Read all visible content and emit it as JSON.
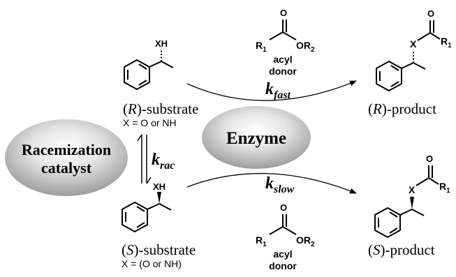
{
  "substrates": {
    "r_label_prefix": "(",
    "r_config": "R",
    "r_label_suffix": ")-substrate",
    "r_x_note": "X = O or NH",
    "s_label_prefix": "(",
    "s_config": "S",
    "s_label_suffix": ")-substrate",
    "s_x_note": "X = (O or NH)",
    "group_xh": "XH"
  },
  "products": {
    "r_label_prefix": "(",
    "r_config": "R",
    "r_label_suffix": ")-product",
    "s_label_prefix": "(",
    "s_config": "S",
    "s_label_suffix": ")-product",
    "atom_x": "X",
    "atom_o": "O",
    "group_r": "R",
    "group_r_sub": "1"
  },
  "acyl_donor": {
    "atom_o": "O",
    "r1": "R",
    "r1_sub": "1",
    "or2": "OR",
    "or2_sub": "2",
    "label_line1": "acyl",
    "label_line2": "donor"
  },
  "rates": {
    "k": "k",
    "fast_sub": "fast",
    "slow_sub": "slow",
    "rac_sub": "rac",
    "fast_color": "#3fbf2a",
    "slow_color": "#e0161c",
    "rac_color": "#000000"
  },
  "catalysts": {
    "racemization_line1": "Racemization",
    "racemization_line2": "catalyst",
    "enzyme": "Enzyme"
  }
}
